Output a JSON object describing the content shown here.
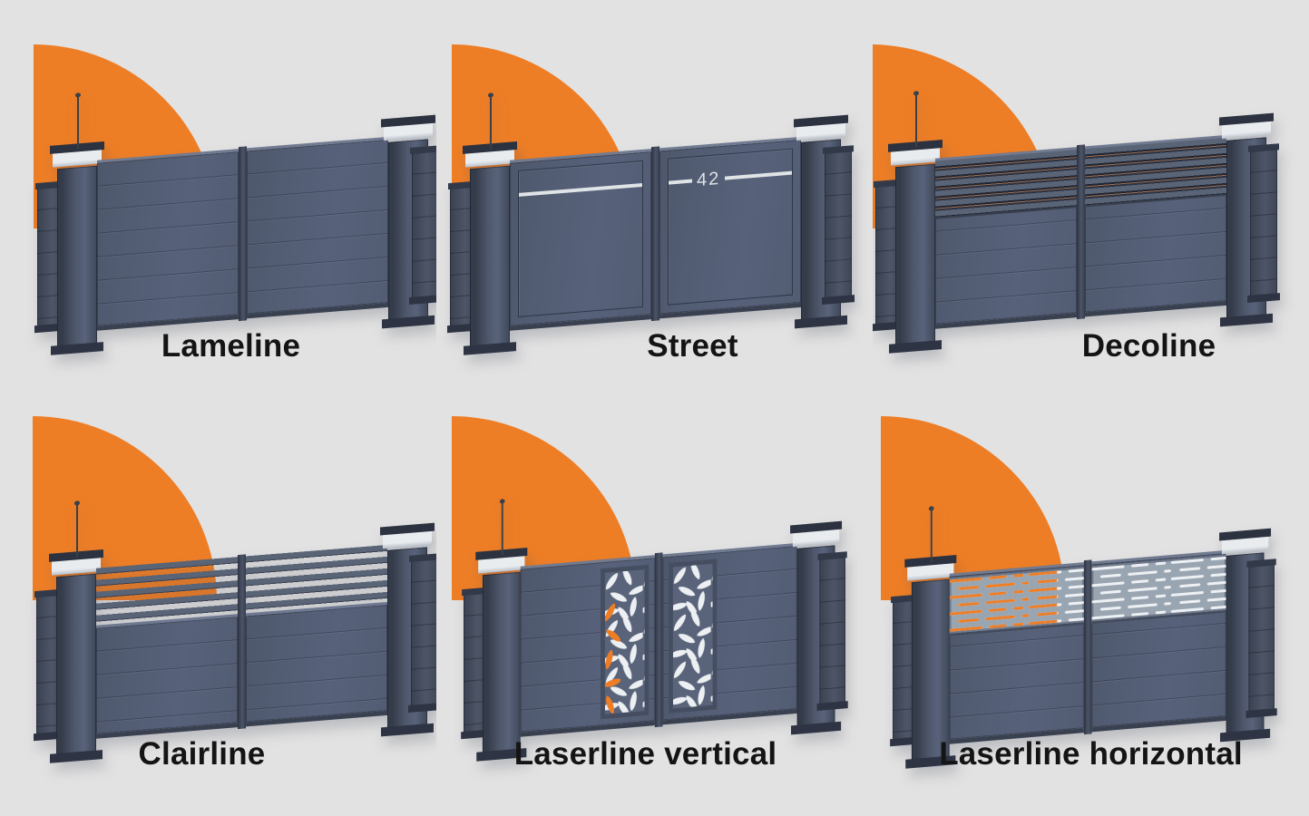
{
  "colors": {
    "background": "#e2e2e2",
    "accent_orange": "#ee7e26",
    "gate_slate": "#57617a",
    "laser_panel_gray": "#9aa5b2",
    "cutout_white": "#edf0f3",
    "post_cap_silver": "#e9ecef",
    "label_text": "#141414"
  },
  "cards": [
    {
      "id": "lameline",
      "label": "Lameline"
    },
    {
      "id": "street",
      "label": "Street",
      "house_number": "42"
    },
    {
      "id": "decoline",
      "label": "Decoline"
    },
    {
      "id": "clairline",
      "label": "Clairline"
    },
    {
      "id": "laserline-vertical",
      "label": "Laserline vertical"
    },
    {
      "id": "laserline-horizontal",
      "label": "Laserline horizontal"
    }
  ]
}
